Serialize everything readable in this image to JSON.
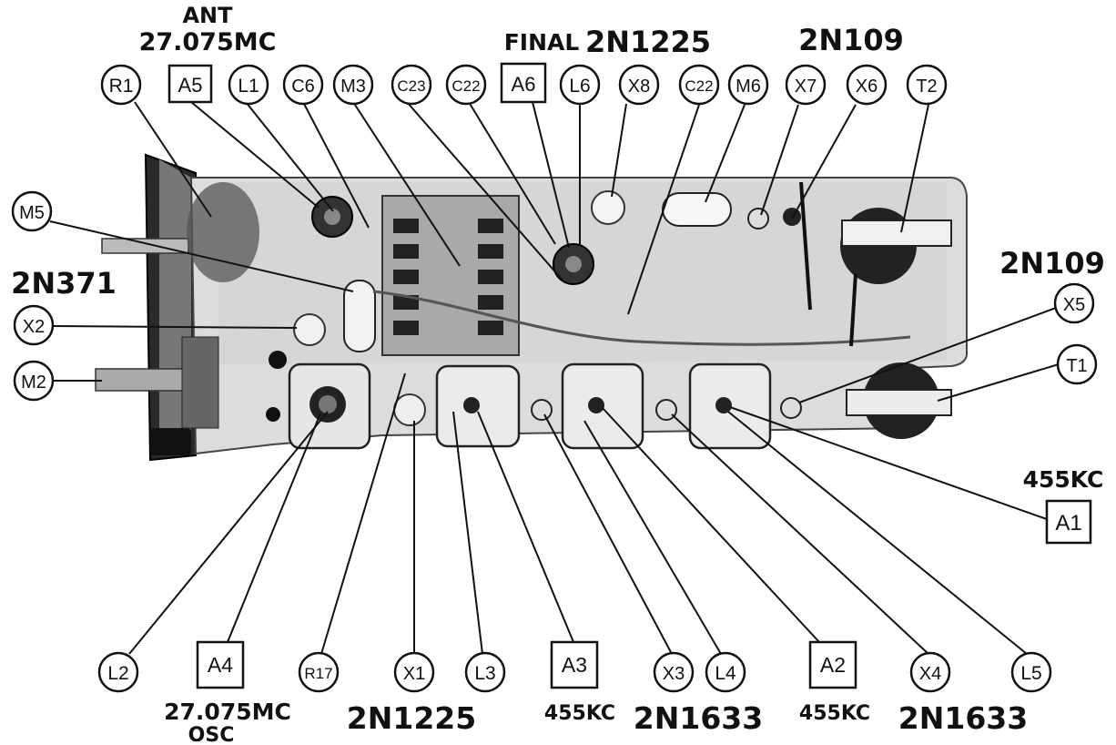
{
  "captions": {
    "ant": "ANT",
    "ant_freq": "27.075MC",
    "final": "FINAL",
    "final_part": "2N1225",
    "top_2n109": "2N109",
    "right_2n109": "2N109",
    "left_2n371": "2N371",
    "a1_freq": "455KC",
    "a4_freq": "27.075MC",
    "a4_osc": "OSC",
    "x1_part": "2N1225",
    "a3_freq": "455KC",
    "x3_part": "2N1633",
    "a2_freq": "455KC",
    "x4_part": "2N1633"
  },
  "labels": {
    "R1": "R1",
    "A5": "A5",
    "L1": "L1",
    "C6": "C6",
    "M3": "M3",
    "C23": "C23",
    "C22a": "C22",
    "A6": "A6",
    "L6": "L6",
    "X8": "X8",
    "C22b": "C22",
    "M6": "M6",
    "X7": "X7",
    "X6": "X6",
    "T2": "T2",
    "M5": "M5",
    "X2": "X2",
    "M2": "M2",
    "X5": "X5",
    "T1": "T1",
    "A1": "A1",
    "L2": "L2",
    "A4": "A4",
    "R17": "R17",
    "X1": "X1",
    "L3": "L3",
    "A3": "A3",
    "X3": "X3",
    "L4": "L4",
    "A2": "A2",
    "X4": "X4",
    "L5": "L5"
  }
}
